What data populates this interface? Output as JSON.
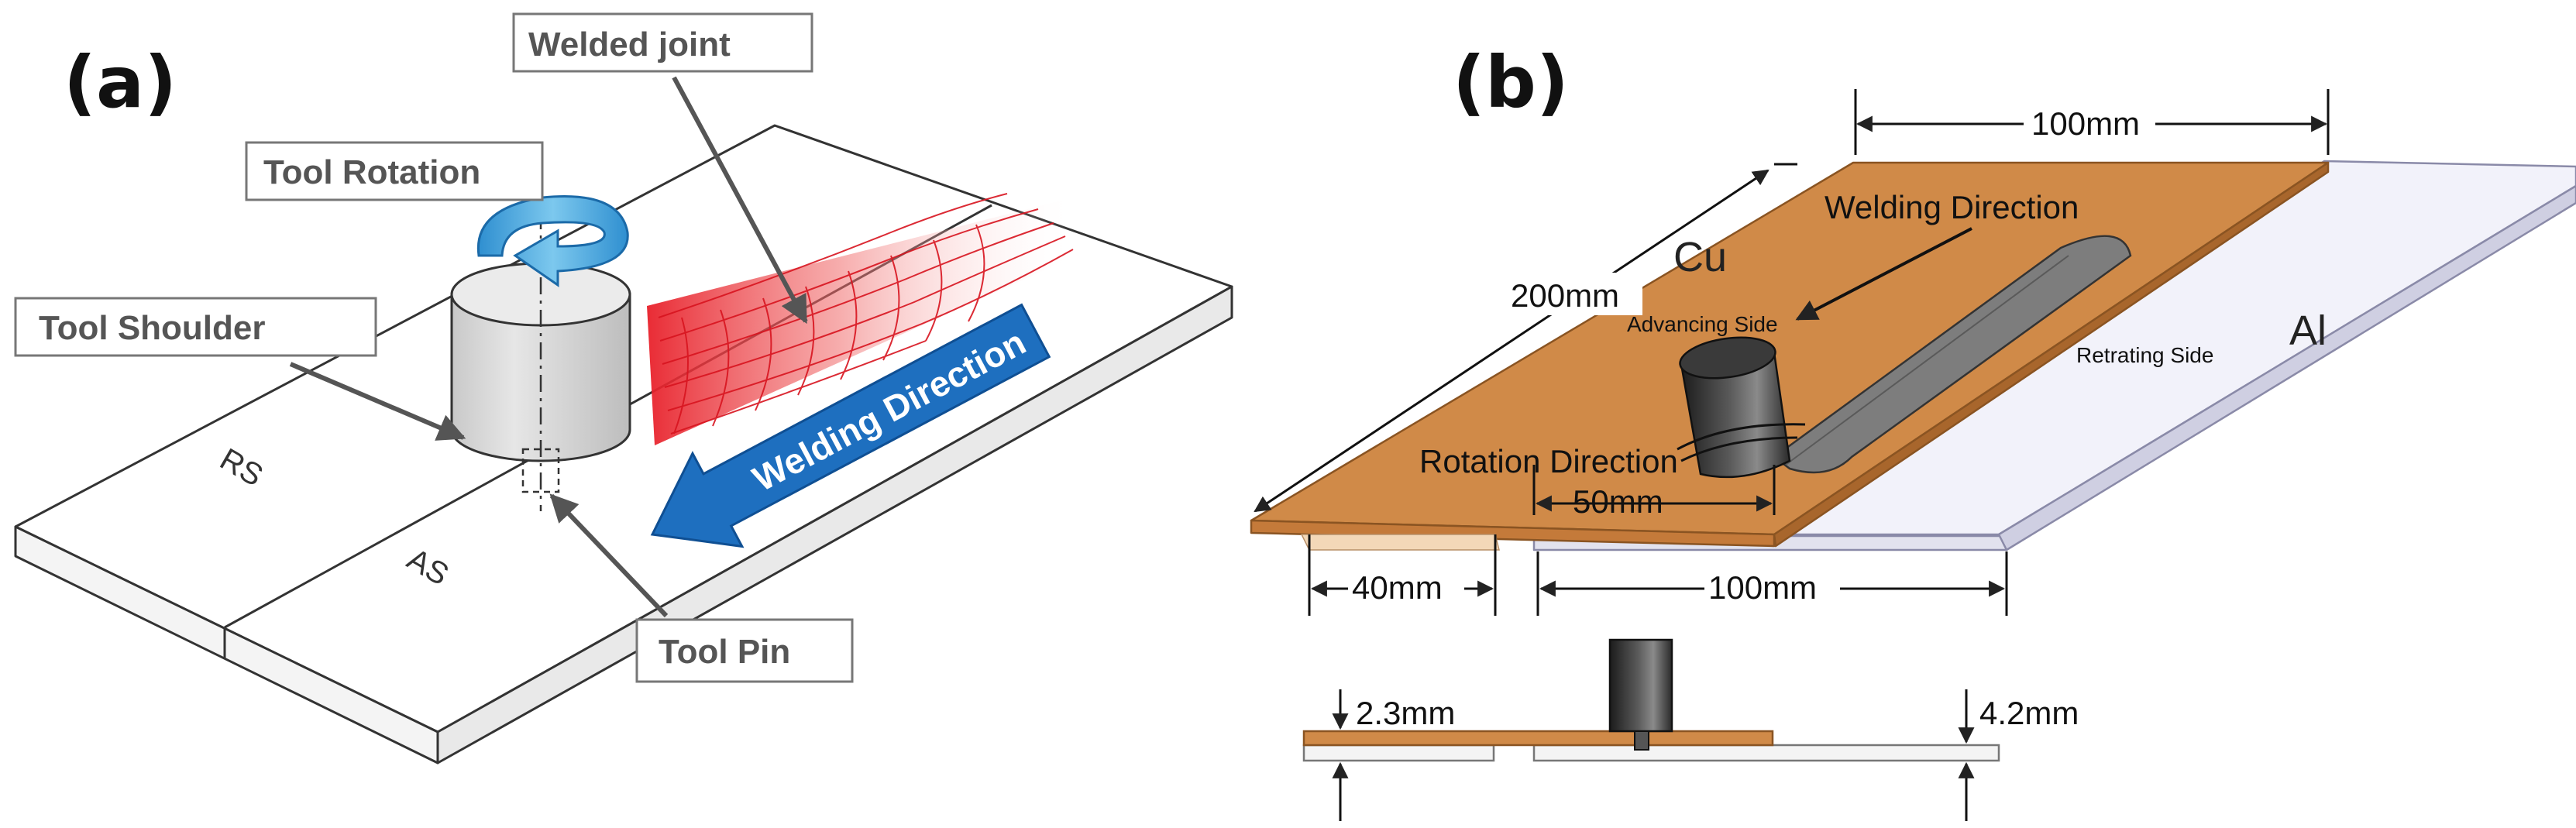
{
  "panel_a": {
    "label": "(a)",
    "callouts": {
      "welded_joint": "Welded joint",
      "tool_rotation": "Tool Rotation",
      "tool_shoulder": "Tool Shoulder",
      "tool_pin": "Tool Pin"
    },
    "welding_direction": "Welding Direction",
    "rs": "RS",
    "as": "AS"
  },
  "panel_b": {
    "label": "(b)",
    "dims": {
      "top_width": "100mm",
      "length": "200mm",
      "left_width": "40mm",
      "right_width": "100mm",
      "tool_offset": "50mm",
      "thick_cu": "2.3mm",
      "thick_al": "4.2mm"
    },
    "materials": {
      "cu": "Cu",
      "al": "Al"
    },
    "labels": {
      "welding_direction": "Welding Direction",
      "advancing_side": "Advancing Side",
      "retreating_side": "Retrating Side",
      "rotation_direction": "Rotation Direction"
    }
  },
  "colors": {
    "copper": "#d08a48",
    "copper_edge": "#a8662c",
    "aluminum": "#f2f2fa",
    "arrow_blue": "#1e6fbf",
    "rotation_blue": "#3fa6dc",
    "weld_red": "#e8202a",
    "tool_grey": "#d9d9d9",
    "outline": "#333333"
  },
  "icons": {
    "rotation": "curved-arrow-icon",
    "direction": "block-arrow-icon"
  }
}
